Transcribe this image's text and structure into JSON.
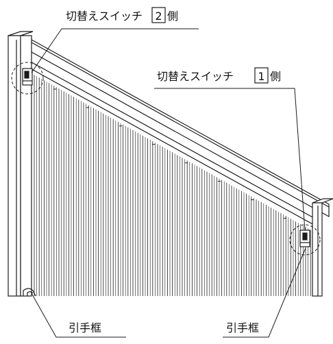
{
  "labels": {
    "switch_side_2": {
      "prefix": "切替えスイッチ",
      "number": "2",
      "suffix": "側"
    },
    "switch_side_1": {
      "prefix": "切替えスイッチ",
      "number": "1",
      "suffix": "側"
    },
    "pull_frame_left": "引手框",
    "pull_frame_right": "引手框"
  },
  "colors": {
    "line": "#1a1a1a",
    "background": "#ffffff"
  }
}
